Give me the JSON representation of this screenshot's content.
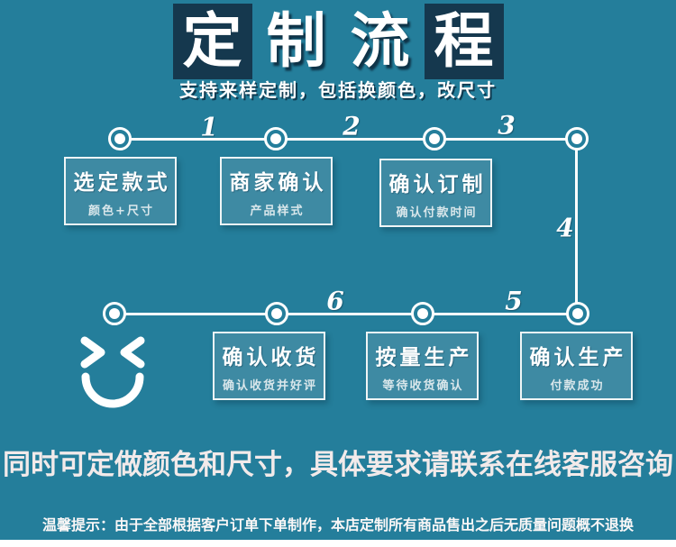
{
  "colors": {
    "background": "#247E9B",
    "box_fill": "#3E8AA3",
    "box_border": "#EFF5F6",
    "title_slab": "#15384E",
    "line": "#FFFFFF",
    "footer_text": "#F2EAEA"
  },
  "header": {
    "title": "定制流程",
    "slab_char_indices": [
      0,
      3
    ],
    "subtitle": "支持来样定制，包括换颜色，改尺寸"
  },
  "flow": {
    "steps": [
      {
        "number": "1",
        "label": "选定款式",
        "sublabel": "颜色+尺寸"
      },
      {
        "number": "2",
        "label": "商家确认",
        "sublabel": "产品样式"
      },
      {
        "number": "3",
        "label": "确认订制",
        "sublabel": "确认付款时间"
      },
      {
        "number": "4",
        "label": "确认生产",
        "sublabel": "付款成功"
      },
      {
        "number": "5",
        "label": "按量生产",
        "sublabel": "等待收货确认"
      },
      {
        "number": "6",
        "label": "确认收货",
        "sublabel": "确认收货并好评"
      }
    ],
    "smiley_icon": "winking-smiley-face"
  },
  "footer": {
    "message": "同时可定做颜色和尺寸，具体要求请联系在线客服咨询",
    "notice": "温馨提示：由于全部根据客户订单下单制作，本店定制所有商品售出之后无质量问题概不退换"
  }
}
